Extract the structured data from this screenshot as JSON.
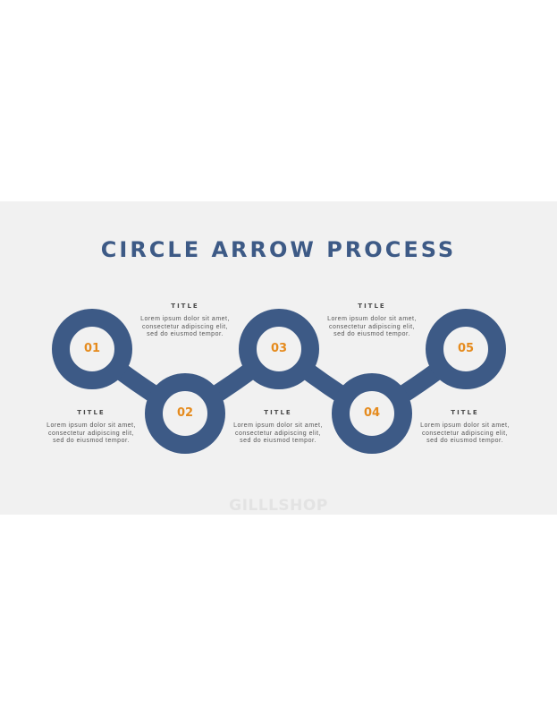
{
  "slide": {
    "title": "CIRCLE ARROW PROCESS",
    "watermark": "GILLLSHOP"
  },
  "colors": {
    "ring": "#3d5a86",
    "number": "#e58b1e",
    "background": "#f1f1f1"
  },
  "steps": [
    {
      "number": "01",
      "title": "TITLE",
      "description": "Lorem ipsum dolor sit amet, consectetur adipiscing elit, sed do eiusmod tempor."
    },
    {
      "number": "02",
      "title": "TITLE",
      "description": "Lorem ipsum dolor sit amet, consectetur adipiscing elit, sed do eiusmod tempor."
    },
    {
      "number": "03",
      "title": "TITLE",
      "description": "Lorem ipsum dolor sit amet, consectetur adipiscing elit, sed do eiusmod tempor."
    },
    {
      "number": "04",
      "title": "TITLE",
      "description": "Lorem ipsum dolor sit amet, consectetur adipiscing elit, sed do eiusmod tempor."
    },
    {
      "number": "05",
      "title": "TITLE",
      "description": "Lorem ipsum dolor sit amet, consectetur adipiscing elit, sed do eiusmod tempor."
    }
  ]
}
